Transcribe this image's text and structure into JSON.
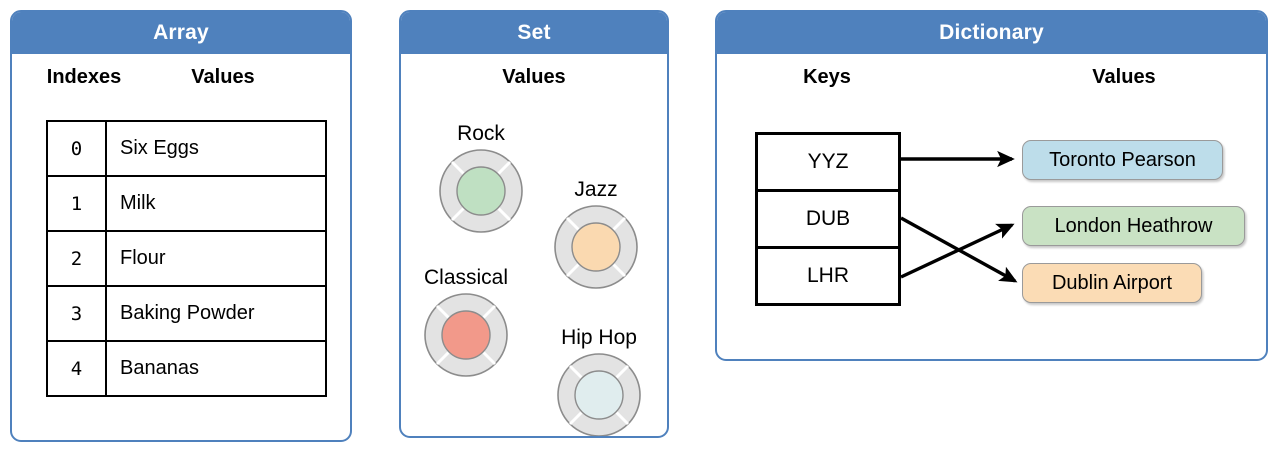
{
  "panels": {
    "array": {
      "title": "Array",
      "columns": {
        "indexes": "Indexes",
        "values": "Values"
      },
      "rows": [
        {
          "index": "0",
          "value": "Six Eggs"
        },
        {
          "index": "1",
          "value": "Milk"
        },
        {
          "index": "2",
          "value": "Flour"
        },
        {
          "index": "3",
          "value": "Baking Powder"
        },
        {
          "index": "4",
          "value": "Bananas"
        }
      ]
    },
    "set": {
      "title": "Set",
      "columns": {
        "values": "Values"
      },
      "items": [
        {
          "label": "Rock",
          "color": "#bfe0c2"
        },
        {
          "label": "Jazz",
          "color": "#fad9b0"
        },
        {
          "label": "Classical",
          "color": "#f2998a"
        },
        {
          "label": "Hip Hop",
          "color": "#e0edee"
        }
      ]
    },
    "dictionary": {
      "title": "Dictionary",
      "columns": {
        "keys": "Keys",
        "values": "Values"
      },
      "keys": [
        "YYZ",
        "DUB",
        "LHR"
      ],
      "values": [
        {
          "label": "Toronto Pearson",
          "color": "#bdddea"
        },
        {
          "label": "London Heathrow",
          "color": "#c9e2c4"
        },
        {
          "label": "Dublin Airport",
          "color": "#fbdcb5"
        }
      ],
      "mappings": [
        {
          "key": "YYZ",
          "value": "Toronto Pearson"
        },
        {
          "key": "DUB",
          "value": "Dublin Airport"
        },
        {
          "key": "LHR",
          "value": "London Heathrow"
        }
      ]
    }
  },
  "colors": {
    "header_blue": "#4f81bd",
    "panel_border": "#4f81bd",
    "table_border": "#000000",
    "disc_outer": "#e3e3e3",
    "disc_stroke": "#8c8c8c"
  }
}
